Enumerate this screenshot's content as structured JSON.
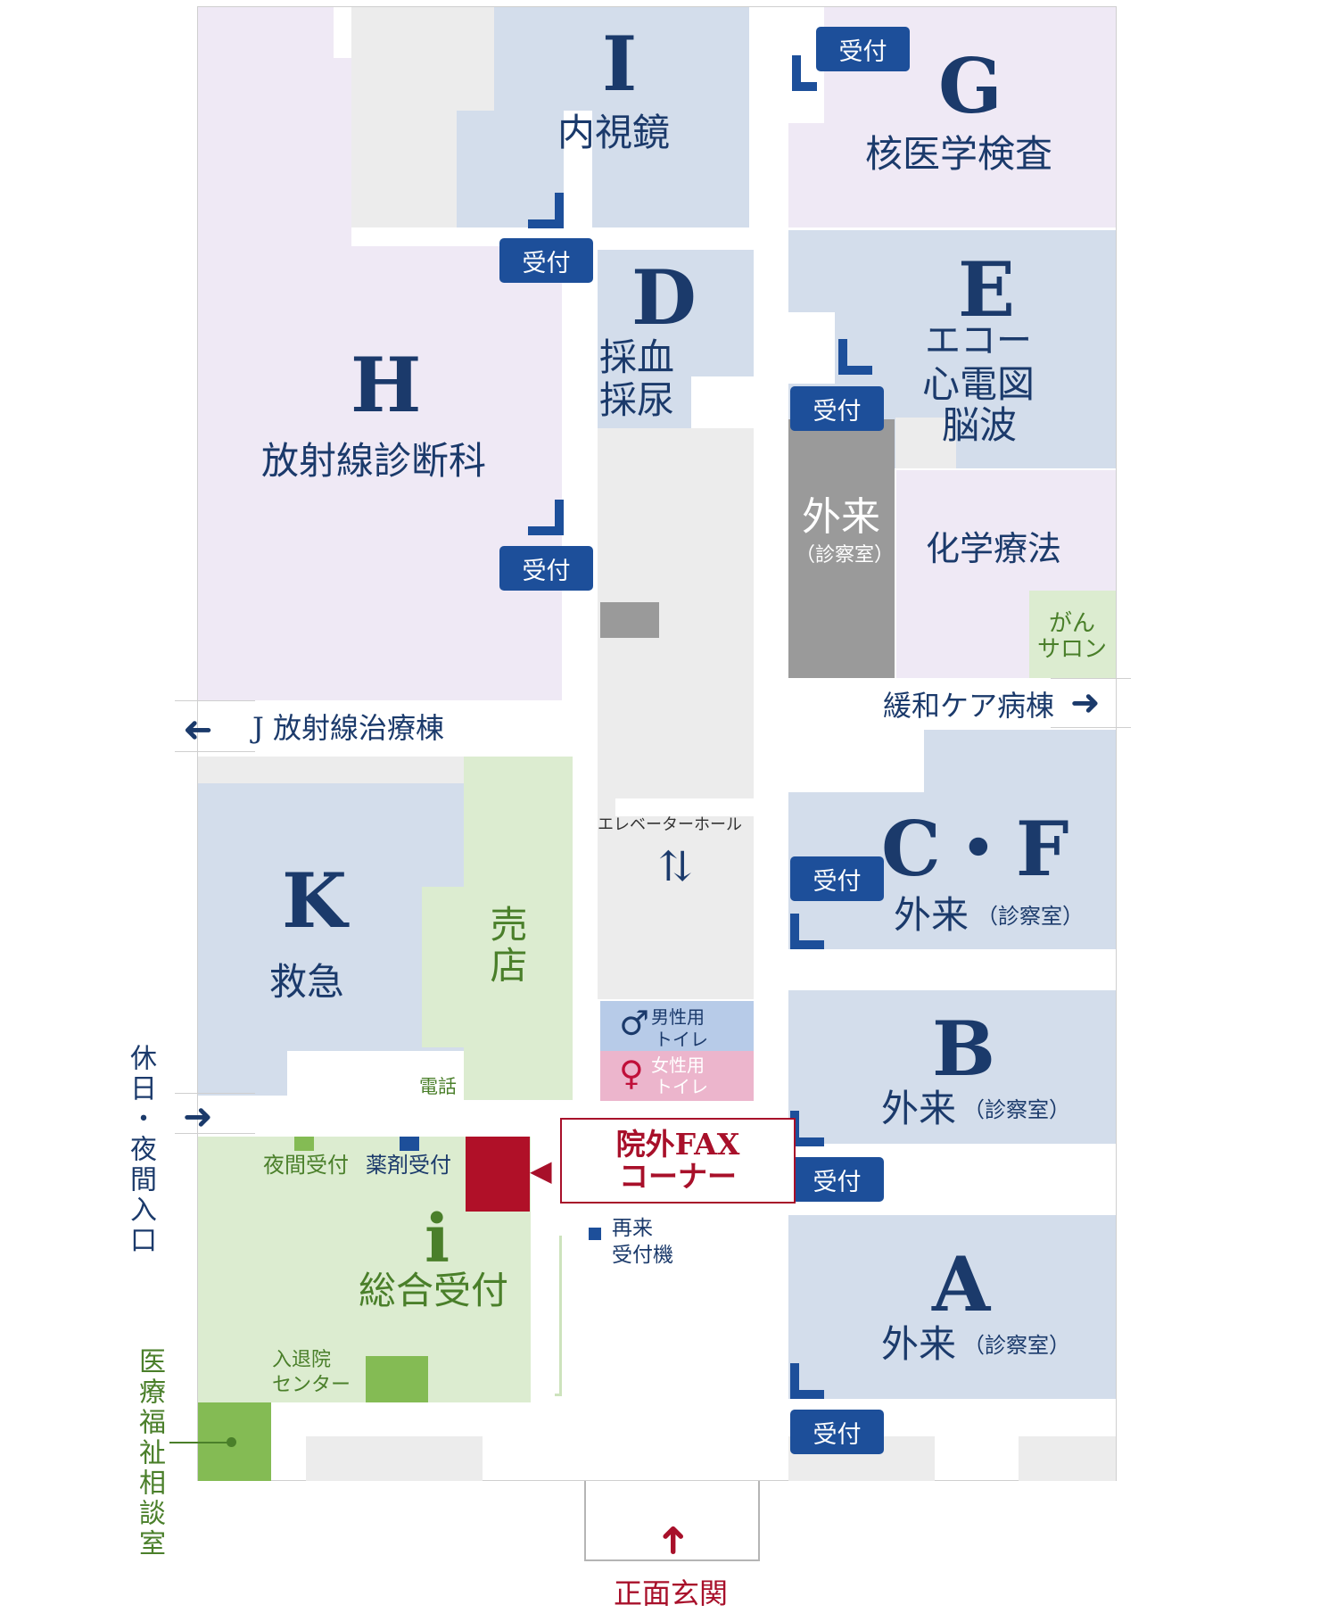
{
  "areas": {
    "I": {
      "letter": "I",
      "name": "内視鏡"
    },
    "G": {
      "letter": "G",
      "name": "核医学検査"
    },
    "H": {
      "letter": "H",
      "name": "放射線診断科"
    },
    "D": {
      "letter": "D",
      "name1": "採血",
      "name2": "採尿"
    },
    "E": {
      "letter": "E",
      "name1": "エコー",
      "name2": "心電図",
      "name3": "脳波"
    },
    "outpatient": {
      "name": "外来",
      "sub": "（診察室）"
    },
    "chemo": {
      "name": "化学療法"
    },
    "salon": {
      "line1": "がん",
      "line2": "サロン"
    },
    "CF": {
      "letter": "C・F",
      "name": "外来",
      "sub": "（診察室）"
    },
    "K": {
      "letter": "K",
      "name": "救急"
    },
    "shop": {
      "name": "売店"
    },
    "B": {
      "letter": "B",
      "name": "外来",
      "sub": "（診察室）"
    },
    "A": {
      "letter": "A",
      "name": "外来",
      "sub": "（診察室）"
    },
    "info": {
      "letter": "i",
      "name": "総合受付"
    }
  },
  "labels": {
    "reception": "受付",
    "palliative": "緩和ケア病棟",
    "radiotherapy": "J 放射線治療棟",
    "elevator_hall": "エレベーターホール",
    "men_toilet1": "男性用",
    "men_toilet2": "トイレ",
    "women_toilet1": "女性用",
    "women_toilet2": "トイレ",
    "phone": "電話",
    "night_reception": "夜間受付",
    "pharmacy_reception": "薬剤受付",
    "fax1": "院外FAX",
    "fax2": "コーナー",
    "revisit1": "再来",
    "revisit2": "受付機",
    "admission1": "入退院",
    "admission2": "センター",
    "holiday_entrance": "休日・夜間入口",
    "welfare": "医療福祉相談室",
    "main_entrance": "正面玄関"
  },
  "colors": {
    "lavender": "#efe9f5",
    "blue": "#d3ddeb",
    "green": "#dcecd0",
    "green_dark": "#84bb54",
    "gray": "#ececec",
    "gray_dark": "#9a9a9a",
    "navy": "#1b3a6b",
    "badge": "#1d4f9a",
    "crimson": "#b01028",
    "men": "#b7cbe8",
    "women": "#ecb5cc"
  }
}
